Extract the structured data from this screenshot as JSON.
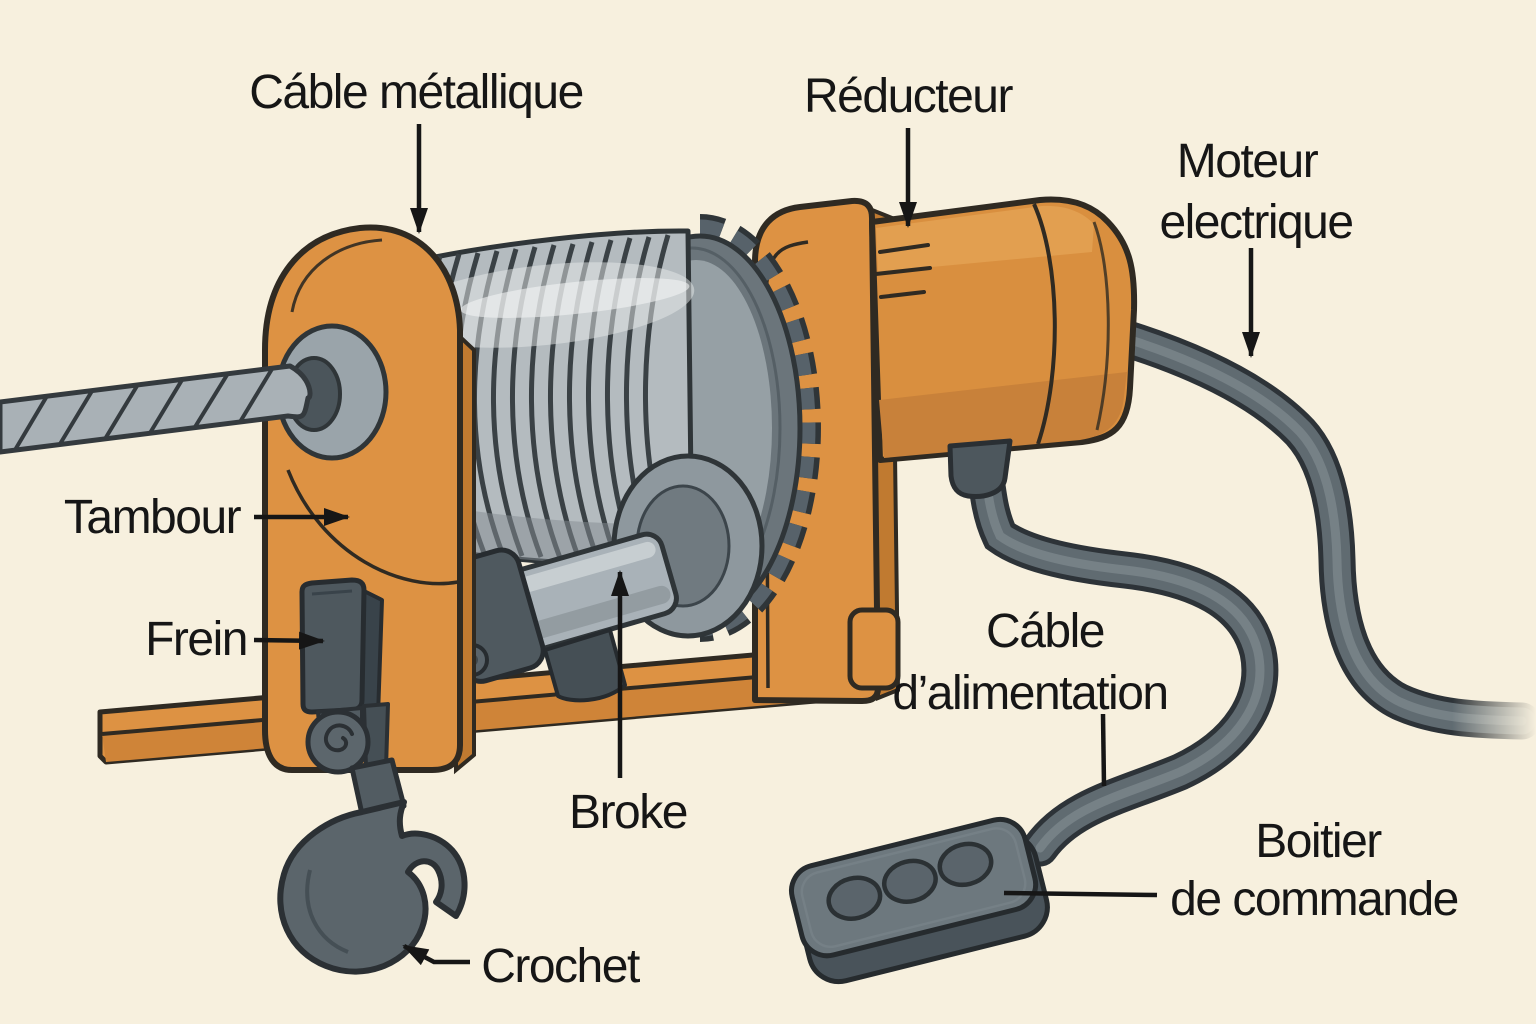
{
  "figure": {
    "subject": "Schéma légendé d'un treuil électrique",
    "language": "fr",
    "style": "flat cartoon technical illustration"
  },
  "labels": {
    "cable_metallique": "Cáble métallique",
    "reducteur": "Réducteur",
    "moteur_l1": "Moteur",
    "moteur_l2": "electrique",
    "tambour": "Tambour",
    "frein": "Frein",
    "broke": "Broke",
    "crochet": "Crochet",
    "cable_alim_l1": "Cáble",
    "cable_alim_l2": "d’alimentation",
    "boitier_l1": "Boitier",
    "boitier_l2": "de commande"
  },
  "parts": [
    {
      "label": "Cáble métallique",
      "points_to": "wire rope coiled on the drum",
      "arrow": "down"
    },
    {
      "label": "Réducteur",
      "points_to": "gearbox section of the orange housing",
      "arrow": "down"
    },
    {
      "label": "Moteur electrique",
      "points_to": "electric motor / its power lead",
      "arrow": "down"
    },
    {
      "label": "Tambour",
      "points_to": "orange drum side plate",
      "arrow": "right"
    },
    {
      "label": "Frein",
      "points_to": "dark brake block on the side plate",
      "arrow": "right"
    },
    {
      "label": "Broke",
      "points_to": "lower drive shaft",
      "arrow": "up"
    },
    {
      "label": "Crochet",
      "points_to": "lifting hook",
      "arrow": "up-left"
    },
    {
      "label": "Cáble d’alimentation",
      "points_to": "power cable loop",
      "arrow": "none"
    },
    {
      "label": "Boitier de commande",
      "points_to": "hand-held control pendant with 3 buttons",
      "arrow": "none"
    }
  ],
  "palette": {
    "background": "#f7f0de",
    "orange": "#dd9243",
    "orange_dark": "#c8813a",
    "orange_light": "#e2a152",
    "outline": "#2f2a22",
    "steel_light": "#b4bbbf",
    "steel": "#9aa3a8",
    "steel_dark": "#5b656b",
    "charcoal": "#4d575d",
    "cable_gray": "#606b71",
    "text": "#161616"
  }
}
